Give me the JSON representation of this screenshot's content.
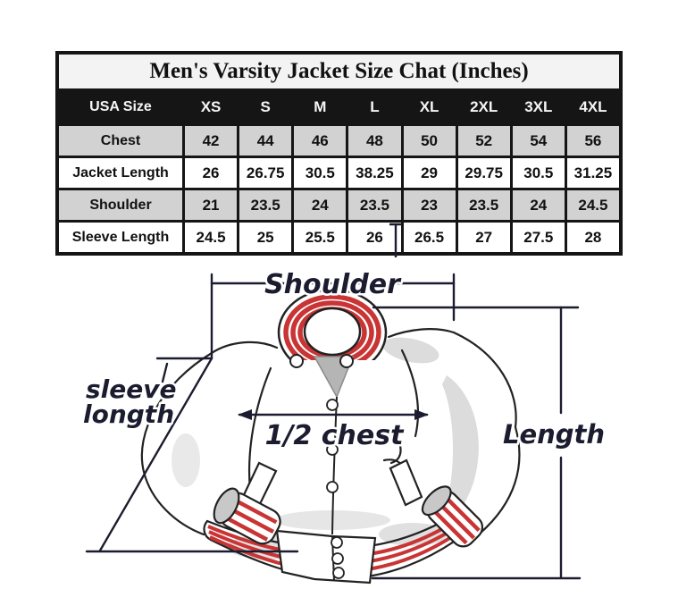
{
  "title": "Men's Varsity Jacket Size Chat (Inches)",
  "size_table": {
    "columns": [
      "USA Size",
      "XS",
      "S",
      "M",
      "L",
      "XL",
      "2XL",
      "3XL",
      "4XL"
    ],
    "rows": [
      {
        "label": "Chest",
        "values": [
          "42",
          "44",
          "46",
          "48",
          "50",
          "52",
          "54",
          "56"
        ]
      },
      {
        "label": "Jacket Length",
        "values": [
          "26",
          "26.75",
          "30.5",
          "38.25",
          "29",
          "29.75",
          "30.5",
          "31.25"
        ]
      },
      {
        "label": "Shoulder",
        "values": [
          "21",
          "23.5",
          "24",
          "23.5",
          "23",
          "23.5",
          "24",
          "24.5"
        ]
      },
      {
        "label": "Sleeve Length",
        "values": [
          "24.5",
          "25",
          "25.5",
          "26",
          "26.5",
          "27",
          "27.5",
          "28"
        ]
      }
    ]
  },
  "diagram": {
    "labels": {
      "shoulder": "Shoulder",
      "sleeve_line1": "sleeve",
      "sleeve_line2": "longth",
      "half_chest": "1/2 chest",
      "length": "Length"
    }
  },
  "colors": {
    "table_black": "#151515",
    "row_gray": "#d2d2d2",
    "stripe_red": "#c93434",
    "annotation_ink": "#1c1c30",
    "shading_gray": "#dcdcdc"
  }
}
